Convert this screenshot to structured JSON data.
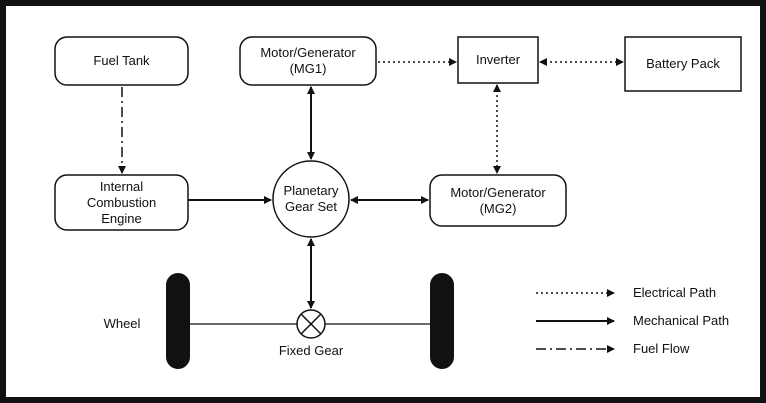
{
  "nodes": {
    "fuel_tank": "Fuel Tank",
    "mg1": "Motor/Generator\n(MG1)",
    "inverter": "Inverter",
    "battery_pack": "Battery Pack",
    "ice": "Internal\nCombustion\nEngine",
    "planetary": "Planetary\nGear Set",
    "mg2": "Motor/Generator\n(MG2)",
    "wheel": "Wheel",
    "fixed_gear": "Fixed Gear"
  },
  "legend": {
    "electrical": "Electrical Path",
    "mechanical": "Mechanical Path",
    "fuel": "Fuel Flow"
  },
  "colors": {
    "stroke": "#111111",
    "background": "#ffffff"
  }
}
